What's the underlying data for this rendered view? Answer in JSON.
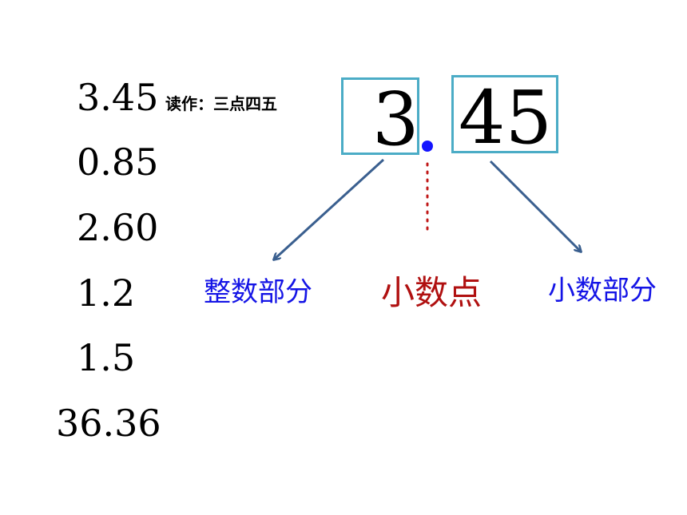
{
  "numbers": [
    "3.45",
    "0.85",
    "2.60",
    "1.2",
    "1.5",
    "36.36"
  ],
  "reading": {
    "label": "读作：三点四五"
  },
  "example": {
    "integer_part": "3",
    "decimal_part": "45",
    "box_color": "#4bacc6",
    "dot_color": "#1414ff"
  },
  "labels": {
    "integer_part": "整数部分",
    "decimal_point": "小数点",
    "decimal_part": "小数部分",
    "blue_color": "#1414e6",
    "red_color": "#b01010",
    "arrow_color": "#3a5f8f"
  }
}
